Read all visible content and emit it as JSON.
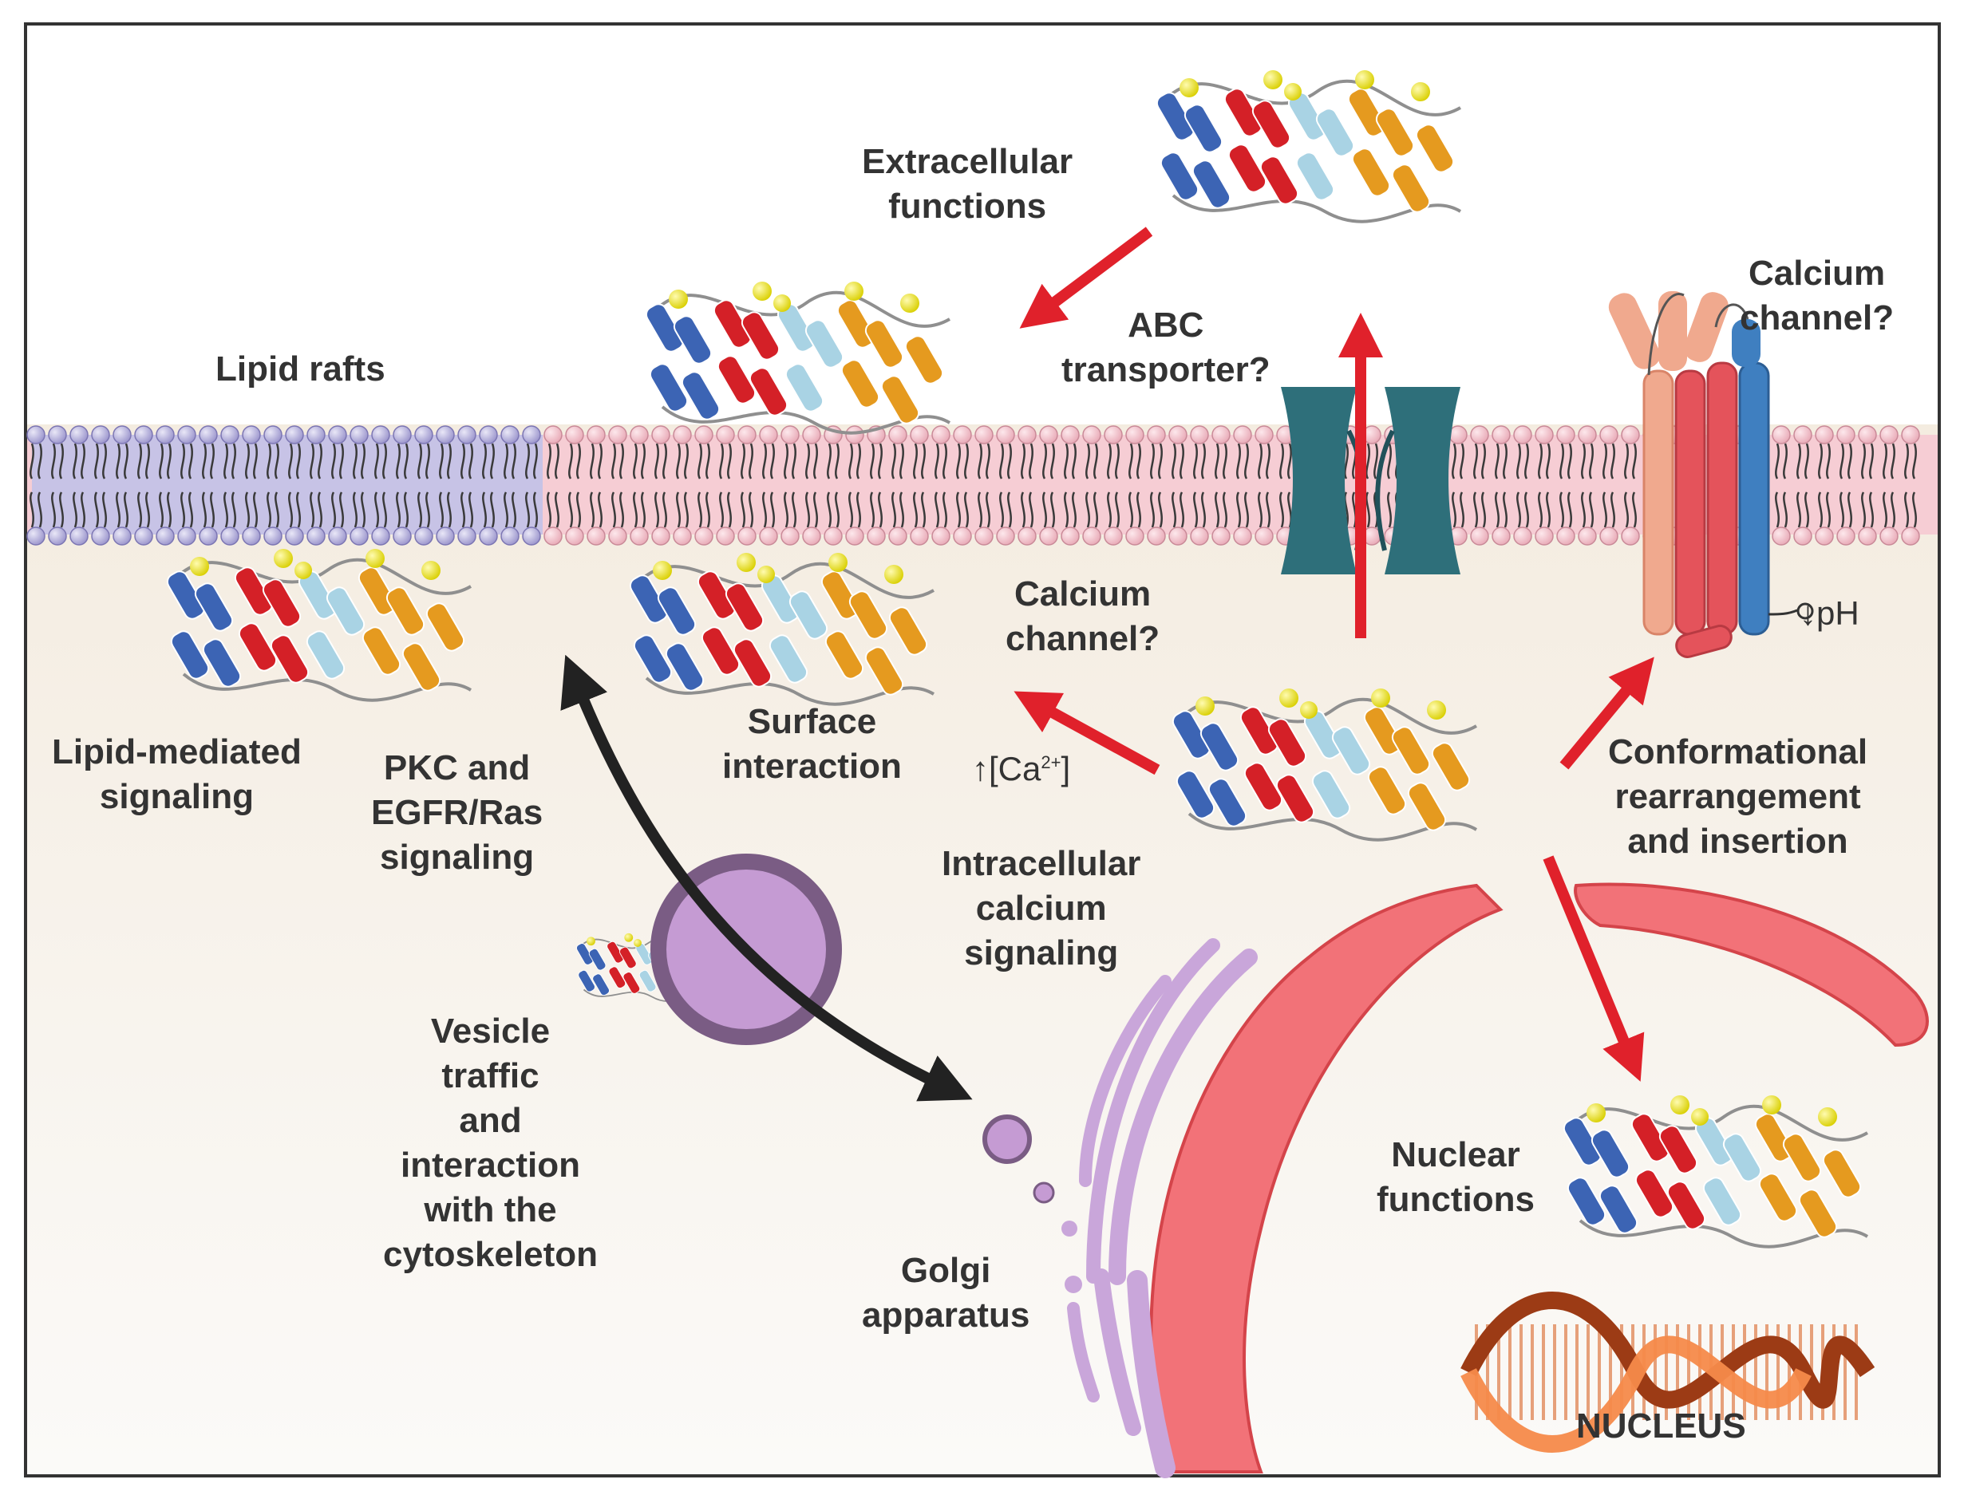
{
  "labels": {
    "extracellular": [
      "Extracellular",
      "functions"
    ],
    "abc": [
      "ABC",
      "transporter?"
    ],
    "calcium_channel_top": [
      "Calcium",
      "channel?"
    ],
    "lipid_rafts": "Lipid rafts",
    "calcium_channel_mid": [
      "Calcium",
      "channel?"
    ],
    "surface": [
      "Surface",
      "interaction"
    ],
    "lipid_mediated": [
      "Lipid-mediated",
      "signaling"
    ],
    "pkc": [
      "PKC and",
      "EGFR/Ras",
      "signaling"
    ],
    "intracellular": [
      "Intracellular",
      "calcium",
      "signaling"
    ],
    "conformational": [
      "Conformational",
      "rearrangement",
      "and insertion"
    ],
    "vesicle": [
      "Vesicle",
      "traffic",
      "and",
      "interaction",
      "with the",
      "cytoskeleton"
    ],
    "golgi": [
      "Golgi",
      "apparatus"
    ],
    "nuclear": [
      "Nuclear",
      "functions"
    ],
    "nucleus": "NUCLEUS"
  },
  "notes": {
    "ph_arrow": "↓",
    "ph": "pH",
    "ca_arrow": "↑",
    "ca_open": "[Ca",
    "ca_sup": "2+",
    "ca_close": "]"
  },
  "colors": {
    "membrane_pink": "#f6cdd4",
    "lipid_head": "#f2bcc6",
    "raft": "#c7c3e6",
    "raft_head": "#b5b0dc",
    "cytoplasm_top": "#f1e6d6",
    "cytoplasm_bottom": "#fbfaf8",
    "red_arrow": "#e0212b",
    "black_arrow": "#222222",
    "abc_transporter": "#2e6f7a",
    "vesicle": "#c59bd3",
    "golgi": "#c9a6da",
    "nucleus_envelope": "#f27278",
    "dna_dark": "#9c3b15",
    "dna_light": "#f58a4a",
    "helix_red": "#d42027",
    "helix_blue": "#3c64b4",
    "helix_lightblue": "#a9d3e4",
    "helix_orange": "#e59a1f",
    "calcium_yellow": "#f2ea1e"
  },
  "icons": [
    "annexin-protein-icon",
    "phospholipid-bilayer",
    "abc-transporter-icon",
    "calcium-channel-icon",
    "vesicle-icon",
    "golgi-apparatus-icon",
    "nuclear-envelope-icon",
    "dna-helix-icon"
  ]
}
